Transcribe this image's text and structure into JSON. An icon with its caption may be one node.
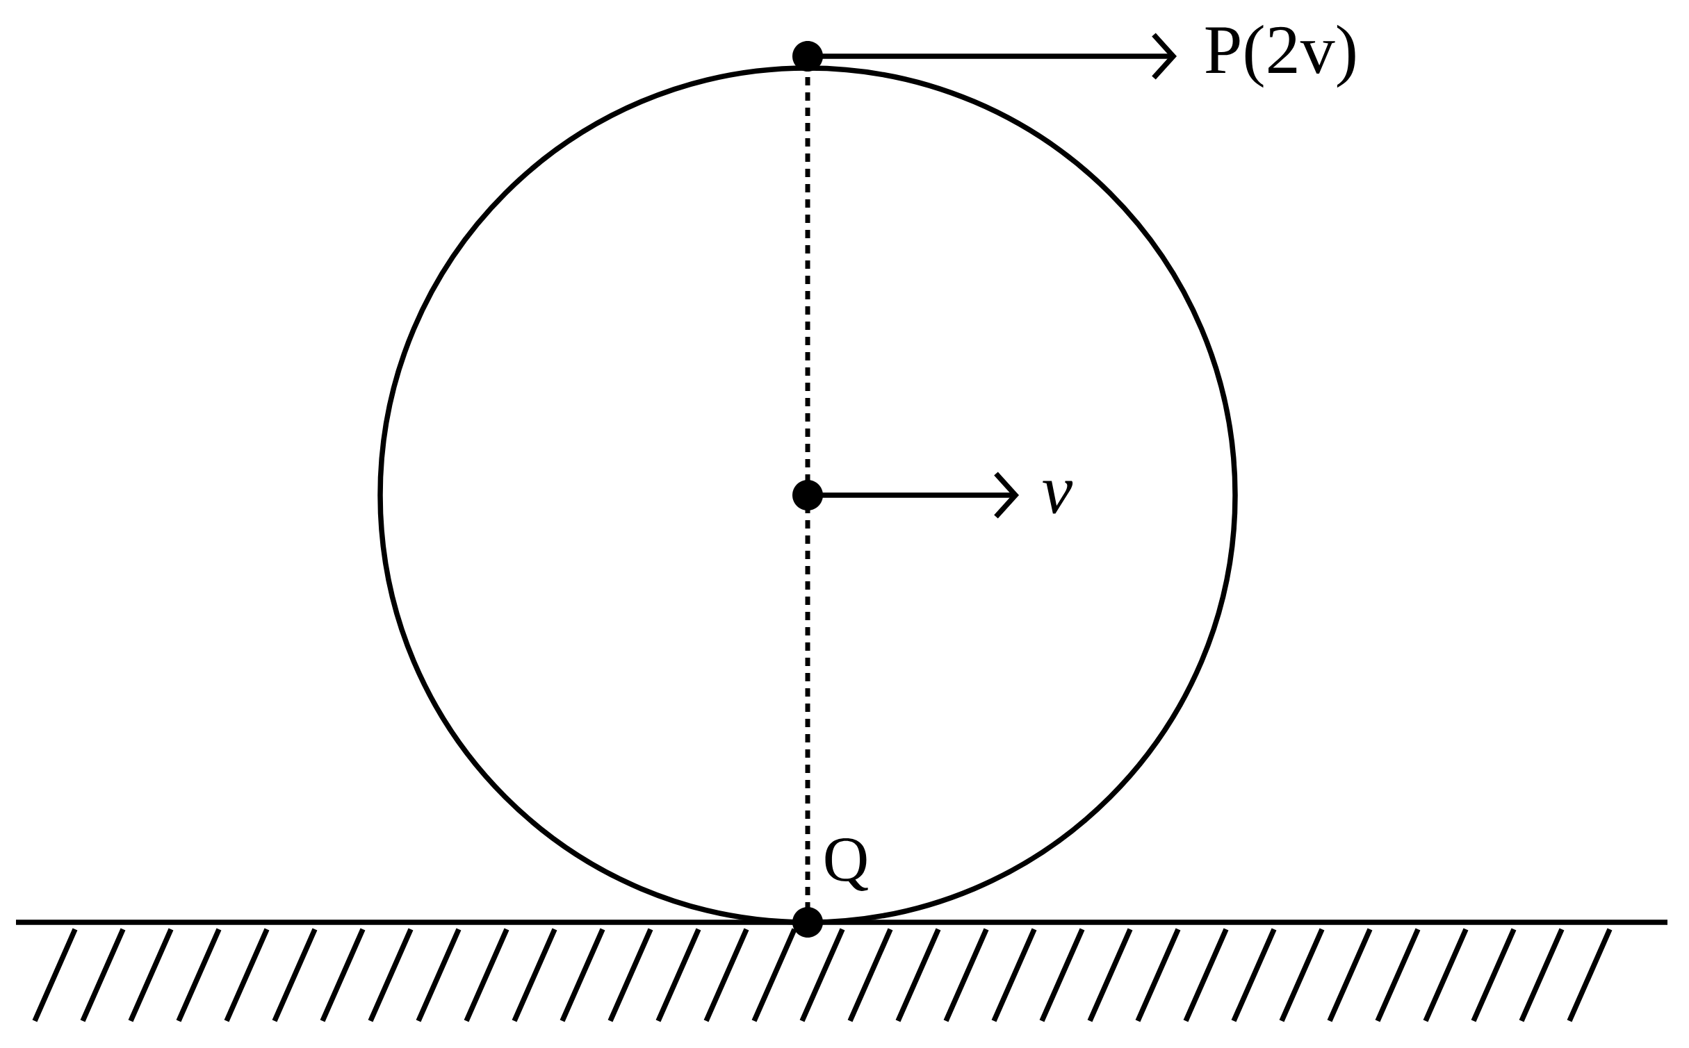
{
  "diagram": {
    "labels": [
      "P(2v)",
      "v",
      "Q"
    ]
  }
}
